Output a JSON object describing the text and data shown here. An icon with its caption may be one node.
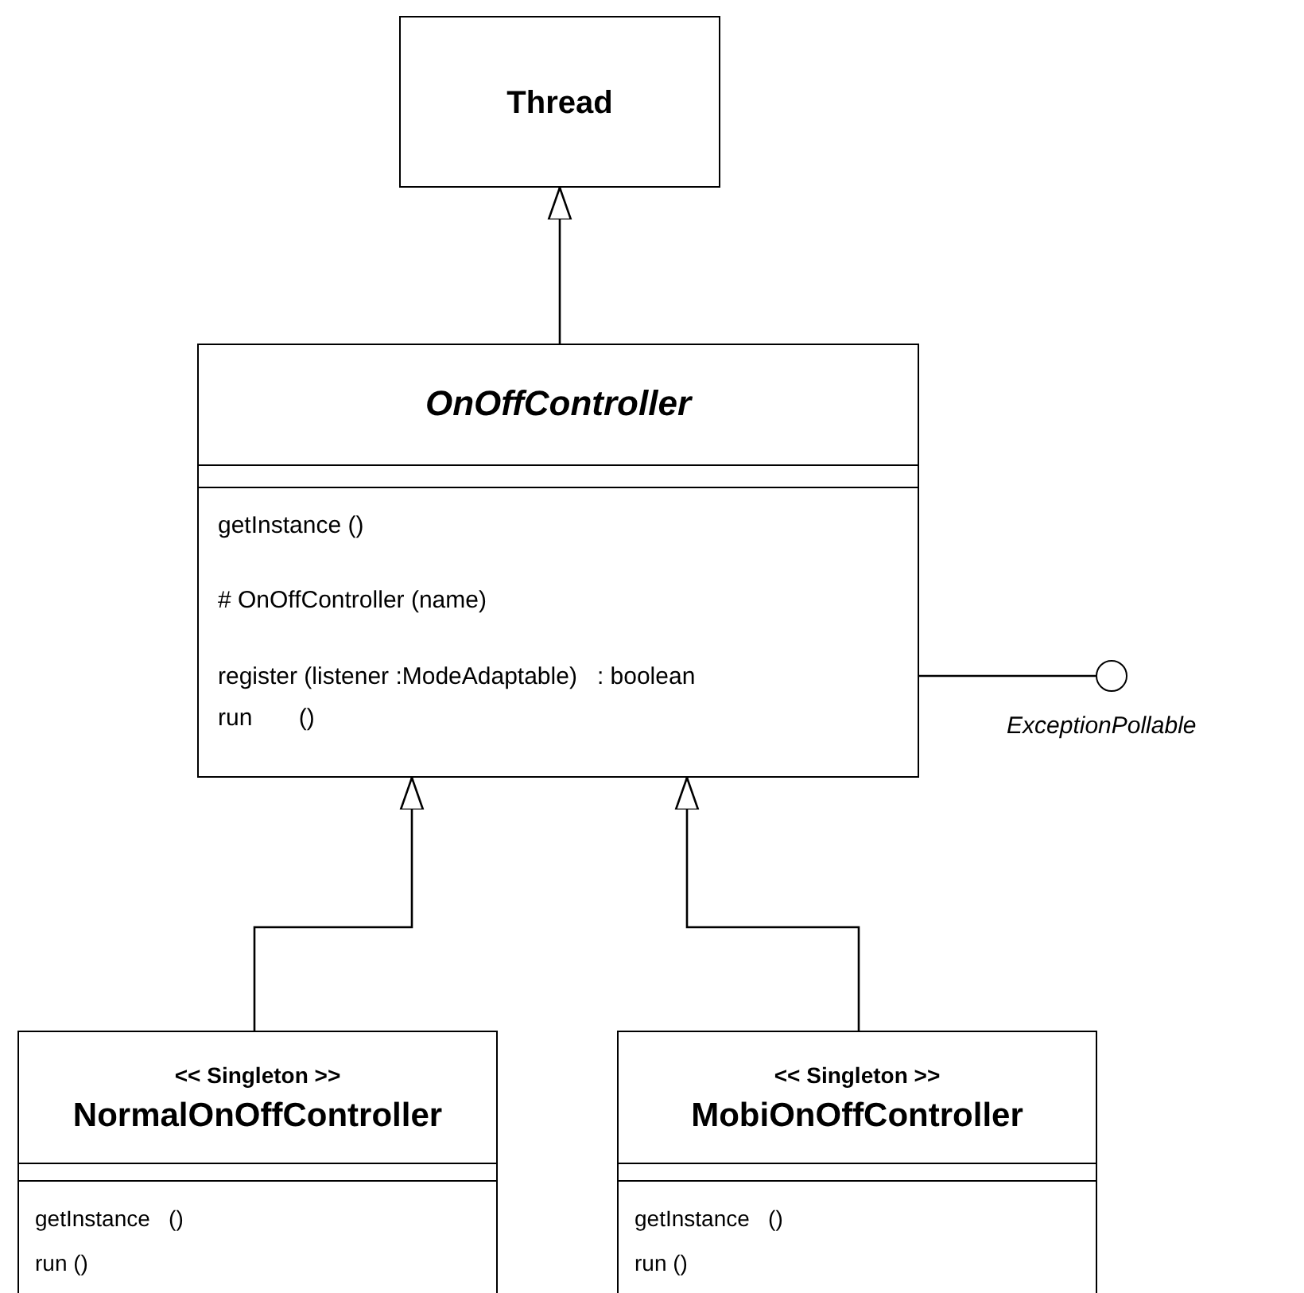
{
  "diagram": {
    "nodes": [
      {
        "text": [
          "Thread"
        ]
      },
      {
        "text": [
          "OnOffController",
          "getInstance ()",
          "# OnOffController (name)",
          "register (listener :ModeAdaptable)   : boolean",
          "run       ()"
        ]
      },
      {
        "text": [],
        "shape": "circle",
        "beside": [
          "ExceptionPollable"
        ]
      },
      {
        "text": [
          "<< Singleton >>",
          "NormalOnOffController",
          "getInstance   ()",
          "run ()"
        ]
      },
      {
        "text": [
          "<< Singleton >>",
          "MobiOnOffController",
          "getInstance   ()",
          "run ()"
        ]
      }
    ],
    "edges": [
      {
        "from": 1,
        "to": 0,
        "arrow": "to"
      },
      {
        "from": 1,
        "to": 2,
        "arrow": "none"
      },
      {
        "from": 3,
        "to": 1,
        "arrow": "to"
      },
      {
        "from": 4,
        "to": 1,
        "arrow": "to"
      }
    ]
  }
}
